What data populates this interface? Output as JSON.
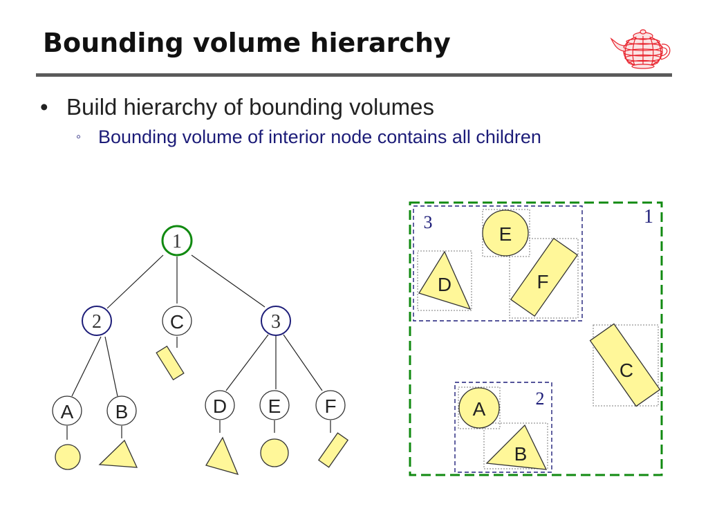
{
  "slide": {
    "title": "Bounding volume hierarchy",
    "bullets": [
      {
        "text": "Build hierarchy of bounding volumes",
        "sub": [
          {
            "text": "Bounding volume of interior node contains all children"
          }
        ]
      }
    ],
    "bullet_glyph": "•",
    "sub_bullet_glyph": "◦"
  },
  "logo": {
    "icon": "teapot-icon",
    "color": "#e8202a"
  },
  "tree": {
    "interior_nodes": [
      {
        "id": "1",
        "color": "#118a11"
      },
      {
        "id": "2",
        "color": "#1c1c78"
      },
      {
        "id": "3",
        "color": "#1c1c78"
      }
    ],
    "leaf_nodes": [
      {
        "id": "C",
        "shape": "rectangle"
      },
      {
        "id": "A",
        "shape": "circle"
      },
      {
        "id": "B",
        "shape": "triangle"
      },
      {
        "id": "D",
        "shape": "triangle"
      },
      {
        "id": "E",
        "shape": "circle"
      },
      {
        "id": "F",
        "shape": "rectangle"
      }
    ],
    "shape_fill": "#fff799"
  },
  "spatial": {
    "volume_labels": [
      "1",
      "2",
      "3"
    ],
    "object_labels": [
      "E",
      "F",
      "D",
      "C",
      "A",
      "B"
    ],
    "outer_box_color": "#118a11",
    "group_box_color": "#1c1c78",
    "object_box_color": "#7a7a7a"
  }
}
